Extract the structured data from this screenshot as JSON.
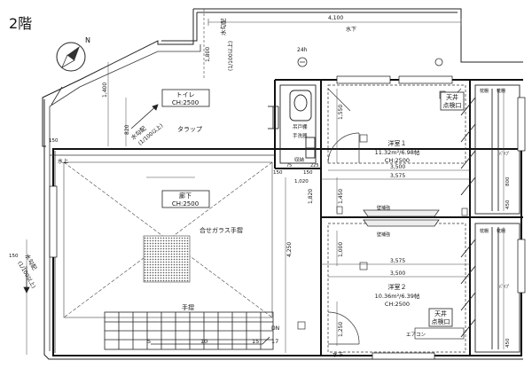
{
  "header": {
    "floor_label": "2階"
  },
  "compass": {
    "north_label": "N"
  },
  "rooms": {
    "toilet": {
      "name": "トイレ",
      "height": "CH:2500"
    },
    "hallway": {
      "name": "廊下",
      "height": "CH:2500"
    },
    "room1": {
      "name": "洋室１",
      "area": "11.32m²/6.98帖",
      "height": "CH:2500"
    },
    "room2": {
      "name": "洋室２",
      "area": "10.36m²/6.39帖",
      "height": "CH:2500"
    }
  },
  "labels": {
    "ceiling_hatch_1a": "天井",
    "ceiling_hatch_1b": "点検口",
    "ceiling_hatch_2a": "天井",
    "ceiling_hatch_2b": "点検口",
    "roof_slope_right": "水下",
    "roof_slope_top": "水下",
    "roof_up": "水上",
    "slope_note_1": "水勾配",
    "slope_note_1b": "(1/100以上)",
    "slope_note_2": "水勾配",
    "slope_note_2b": "(1/100以上)",
    "slope_note_3": "水勾配",
    "slope_note_3b": "(1/100以上)",
    "trap": "タラップ",
    "glass_rail": "合せガラス手摺",
    "handrail": "手摺",
    "washbasin": "手洗器",
    "cabinet": "吊戸棚",
    "storage": "収納",
    "aircon": "エアコン",
    "h24": "24h",
    "wall_board_1": "壁補強",
    "wall_board_2": "壁補強",
    "shelf_1": "枕棚",
    "shelf_2": "枕棚",
    "shelf_3": "枕棚",
    "shelf_4": "枕棚",
    "pole_1": "ﾊﾟｲﾌﾟ",
    "pole_2": "ﾊﾟｲﾌﾟ",
    "dn": "DN",
    "dim_4100": "4,100",
    "dim_3500a": "3,500",
    "dim_3575a": "3,575",
    "dim_3575b": "3,575",
    "dim_3500b": "3,500",
    "dim_4250": "4,250",
    "dim_1020": "1,020",
    "dim_1800": "1,800",
    "dim_1400": "1,400",
    "dim_820": "820",
    "dim_1550": "1,550",
    "dim_1450": "1,450",
    "dim_1250": "1,250",
    "dim_1000": "1,000",
    "dim_1820": "1,820",
    "dim_150a": "150",
    "dim_150b": "150",
    "dim_150c": "150",
    "dim_150d": "150",
    "dim_225": "225",
    "dim_75": "75",
    "dim_800": "800",
    "dim_450a": "450",
    "dim_450b": "450",
    "step_5": "5",
    "step_10": "10",
    "step_15": "15",
    "step_17": "17"
  }
}
